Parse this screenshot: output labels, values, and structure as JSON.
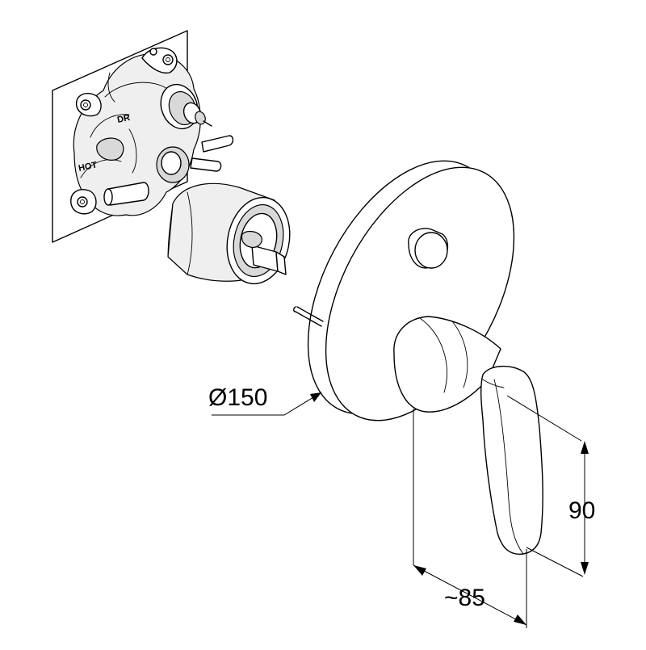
{
  "dimensions": {
    "diameter": "Ø150",
    "height": "90",
    "width": "~85"
  },
  "body_labels": {
    "outlet": "DR",
    "inlet": "HOT"
  }
}
